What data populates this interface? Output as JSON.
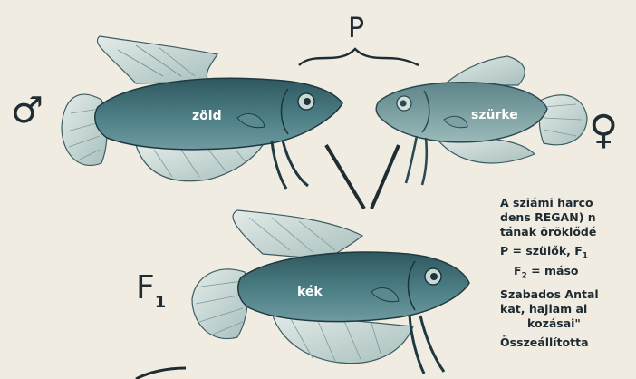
{
  "labels": {
    "parents": "P",
    "male_symbol": "♂",
    "female_symbol": "♀",
    "f1_letter": "F",
    "f1_sub": "1",
    "fish_left": "zöld",
    "fish_right": "szürke",
    "fish_bottom": "kék"
  },
  "caption": {
    "line1": "A sziámi harco",
    "line2a": "dens ",
    "line2b": "REGAN",
    "line2c": ") n",
    "line3": "tának öröklődé",
    "line4a": "P = szülők, F",
    "line4sub": "1",
    "line5a": "F",
    "line5sub": "2",
    "line5b": " = máso",
    "line6": "Szabados Antal",
    "line7": "kat, hajlam al",
    "line8": "kozásai\"",
    "line9": "Összeállította"
  },
  "colors": {
    "background": "#f1ece2",
    "fish_body": "#3f6d73",
    "fish_dark": "#2a4d55",
    "fin_light": "#cfdcd8",
    "ink": "#1f2d33"
  }
}
